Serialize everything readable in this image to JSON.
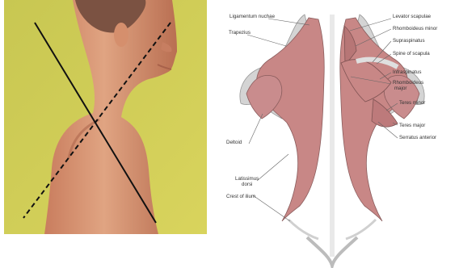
{
  "diagram": {
    "labels_left": {
      "ligamentum_nuchae": "Ligamentum nuchae",
      "trapezius": "Trapezius",
      "deltoid": "Deltoid",
      "latissimus_dorsi_line1": "Latissimus",
      "latissimus_dorsi_line2": "dorsi",
      "crest_of_ilium": "Crest of ilium"
    },
    "labels_right": {
      "levator_scapulae": "Levator scapulae",
      "rhomboideus_minor": "Rhomboideus minor",
      "supraspinatus": "Supraspinatus",
      "spine_of_scapula": "Spine of scapula",
      "infraspinatus": "Infraspinatus",
      "rhomboideus_major_line1": "Rhomboideus",
      "rhomboideus_major_line2": "major",
      "teres_minor": "Teres minor",
      "teres_major": "Teres major",
      "serratus_anterior": "Serratus anterior"
    }
  },
  "colors": {
    "photo_background": "#d3cf58",
    "skin": "#e3a582",
    "muscle": "#c88786",
    "tendon": "#d7d7d7",
    "line": "#111111"
  },
  "icons": {
    "photo_solid_line": "solid-diagonal-line",
    "photo_dashed_line": "dashed-diagonal-line"
  }
}
